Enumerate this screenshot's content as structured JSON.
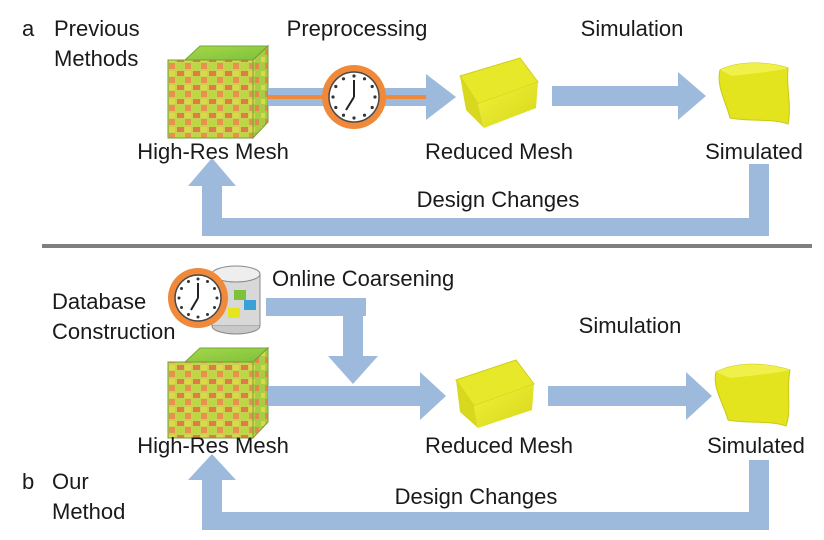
{
  "panel_a": {
    "letter": "a",
    "label_line1": "Previous",
    "label_line2": "Methods",
    "step1": "Preprocessing",
    "step2": "Simulation",
    "node1": "High-Res Mesh",
    "node2": "Reduced Mesh",
    "node3": "Simulated",
    "feedback": "Design Changes"
  },
  "panel_b": {
    "letter": "b",
    "label_line1": "Our",
    "label_line2": "Method",
    "db_line1": "Database",
    "db_line2": "Construction",
    "step1": "Online Coarsening",
    "step2": "Simulation",
    "node1": "High-Res Mesh",
    "node2": "Reduced Mesh",
    "node3": "Simulated",
    "feedback": "Design Changes"
  },
  "colors": {
    "arrow": "#9dbadc",
    "clock_ring": "#f08a3a",
    "reduced_mesh": "#e6e61e",
    "divider": "#7f7f7f"
  },
  "icons": [
    "high-res-mesh-cube-icon",
    "clock-icon",
    "database-icon",
    "reduced-mesh-cube-icon",
    "simulated-deformed-mesh-icon"
  ]
}
